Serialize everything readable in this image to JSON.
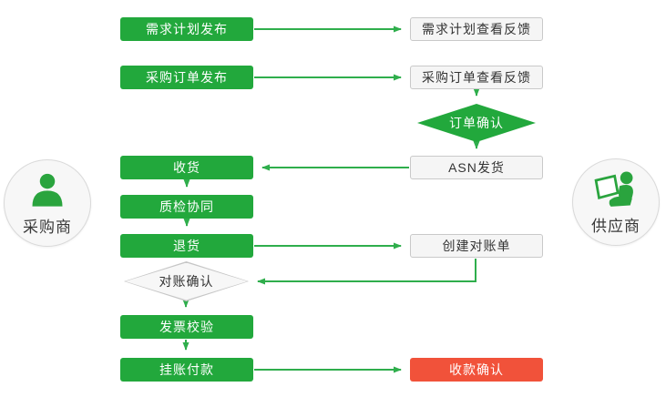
{
  "diagram": {
    "title_implied": "procurement-collaboration-flow",
    "actors": {
      "buyer": {
        "label": "采购商"
      },
      "supplier": {
        "label": "供应商"
      }
    },
    "nodes": {
      "demand_plan_publish": "需求计划发布",
      "demand_plan_feedback": "需求计划查看反馈",
      "po_publish": "采购订单发布",
      "po_feedback": "采购订单查看反馈",
      "order_confirm": "订单确认",
      "asn_ship": "ASN发货",
      "receive": "收货",
      "quality_check": "质检协同",
      "return_goods": "退货",
      "create_statement": "创建对账单",
      "statement_confirm": "对账确认",
      "invoice_verify": "发票校验",
      "payment": "挂账付款",
      "receipt_confirm": "收款确认"
    },
    "colors": {
      "process_green": "#22a83c",
      "arrow_green": "#2fae4c",
      "final_red": "#f1523a",
      "feedback_bg": "#f5f5f5",
      "feedback_border": "#c9c9c9",
      "text_dark": "#333333"
    }
  }
}
